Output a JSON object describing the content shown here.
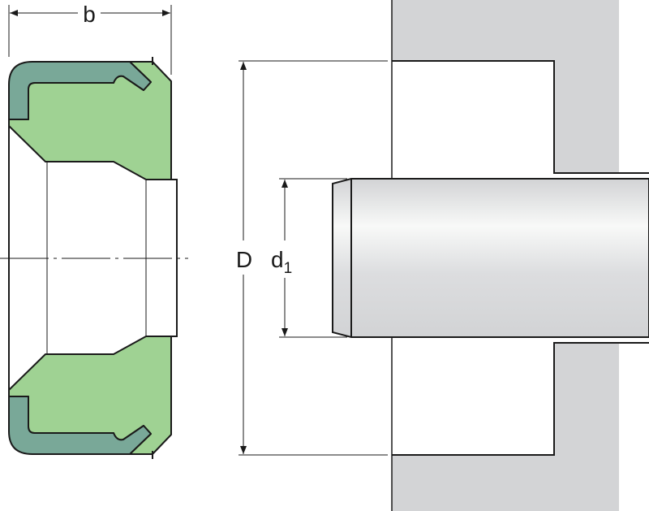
{
  "labels": {
    "width": "b",
    "outer_diameter": "D",
    "shaft_diameter": "d",
    "shaft_diameter_subscript": "1"
  },
  "colors": {
    "seal_body": "#9fd293",
    "seal_insert": "#79a898",
    "housing": "#d3d4d6",
    "shaft_light": "#f8f9f8",
    "shaft_dark": "#d2d3d5",
    "line": "#1a1a1a"
  }
}
